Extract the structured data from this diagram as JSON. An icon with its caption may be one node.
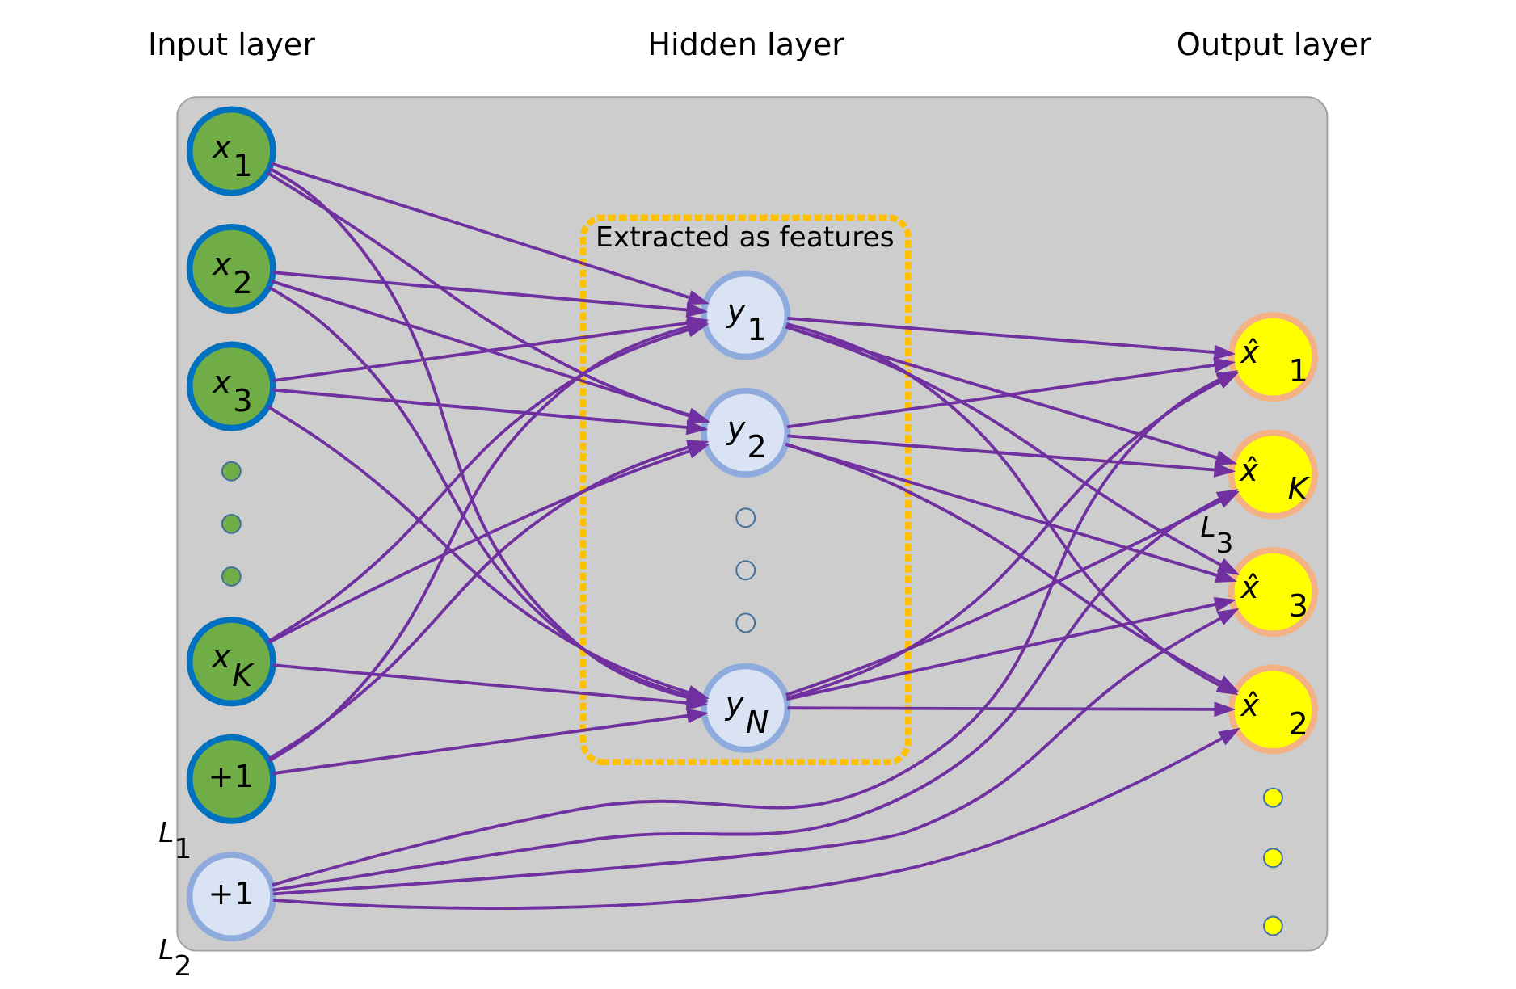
{
  "diagram": {
    "nodes": [
      {
        "text": [],
        "shape": "box"
      },
      {
        "text": [
          "x$_{1}$"
        ],
        "in": 0
      },
      {
        "text": [
          "x$_{2}$"
        ],
        "in": 0
      },
      {
        "text": [
          "x$_{3}$"
        ],
        "in": 0
      },
      {
        "text": [],
        "shape": "circle",
        "in": 0
      },
      {
        "text": [],
        "shape": "circle",
        "in": 0
      },
      {
        "text": [],
        "shape": "circle",
        "in": 0
      },
      {
        "text": [
          "x$_{K}$"
        ],
        "in": 0
      },
      {
        "text": [
          "+1"
        ],
        "in": 0,
        "beside": [
          "L$_{1}$"
        ]
      },
      {
        "text": [
          "Extracted as features"
        ],
        "in": 0
      },
      {
        "text": [
          "y$_{1}$"
        ],
        "in": 9
      },
      {
        "text": [
          "y$_{2}$"
        ],
        "in": 9
      },
      {
        "text": [],
        "shape": "circle",
        "in": 9
      },
      {
        "text": [],
        "shape": "circle",
        "in": 9
      },
      {
        "text": [],
        "shape": "circle",
        "in": 9
      },
      {
        "text": [
          "y$_{N}$"
        ],
        "in": 9
      },
      {
        "text": [
          "+1"
        ],
        "in": 0,
        "beside": [
          "L$_{2}$"
        ]
      },
      {
        "text": [
          "x̂$_{1}$"
        ],
        "in": 0
      },
      {
        "text": [
          "x̂$_{2}$"
        ],
        "in": 0
      },
      {
        "text": [
          "x̂$_{3}$"
        ],
        "in": 0
      },
      {
        "text": [],
        "shape": "circle",
        "in": 0
      },
      {
        "text": [],
        "shape": "circle",
        "in": 0
      },
      {
        "text": [],
        "shape": "circle",
        "in": 0
      },
      {
        "text": [
          "x̂$_{K}$"
        ],
        "in": 0,
        "beside": [
          "L$_{3}$"
        ]
      }
    ],
    "edges": [
      {
        "from": 1,
        "to": 10,
        "arrow": "to"
      },
      {
        "from": 1,
        "to": 11,
        "arrow": "to"
      },
      {
        "from": 1,
        "to": 15,
        "arrow": "to"
      },
      {
        "from": 2,
        "to": 10,
        "arrow": "to"
      },
      {
        "from": 2,
        "to": 11,
        "arrow": "to"
      },
      {
        "from": 2,
        "to": 15,
        "arrow": "to"
      },
      {
        "from": 3,
        "to": 10,
        "arrow": "to"
      },
      {
        "from": 3,
        "to": 11,
        "arrow": "to"
      },
      {
        "from": 3,
        "to": 15,
        "arrow": "to"
      },
      {
        "from": 7,
        "to": 10,
        "arrow": "to"
      },
      {
        "from": 7,
        "to": 11,
        "arrow": "to"
      },
      {
        "from": 7,
        "to": 15,
        "arrow": "to"
      },
      {
        "from": 8,
        "to": 10,
        "arrow": "to"
      },
      {
        "from": 8,
        "to": 11,
        "arrow": "to"
      },
      {
        "from": 8,
        "to": 15,
        "arrow": "to"
      },
      {
        "from": 10,
        "to": 17,
        "arrow": "to"
      },
      {
        "from": 10,
        "to": 18,
        "arrow": "to"
      },
      {
        "from": 10,
        "to": 19,
        "arrow": "to"
      },
      {
        "from": 10,
        "to": 23,
        "arrow": "to"
      },
      {
        "from": 11,
        "to": 17,
        "arrow": "to"
      },
      {
        "from": 11,
        "to": 18,
        "arrow": "to"
      },
      {
        "from": 11,
        "to": 19,
        "arrow": "to"
      },
      {
        "from": 11,
        "to": 23,
        "arrow": "to"
      },
      {
        "from": 15,
        "to": 17,
        "arrow": "to"
      },
      {
        "from": 15,
        "to": 18,
        "arrow": "to"
      },
      {
        "from": 15,
        "to": 19,
        "arrow": "to"
      },
      {
        "from": 15,
        "to": 23,
        "arrow": "to"
      },
      {
        "from": 16,
        "to": 17,
        "arrow": "to"
      },
      {
        "from": 16,
        "to": 18,
        "arrow": "to"
      },
      {
        "from": 16,
        "to": 19,
        "arrow": "to"
      },
      {
        "from": 16,
        "to": 23,
        "arrow": "to"
      }
    ],
    "labels": [
      "Input layer",
      "Hidden layer",
      "Output layer"
    ]
  }
}
